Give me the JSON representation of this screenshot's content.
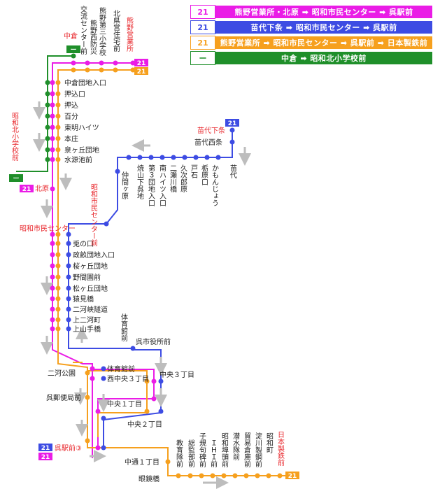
{
  "colors": {
    "magenta": "#ea1ce6",
    "blue": "#3d4ce3",
    "orange": "#f6a01e",
    "green": "#1f8f2a",
    "arrow": "#bdbdbd",
    "red_text": "#e8262b"
  },
  "legend": [
    {
      "num": "21",
      "label": "熊野営業所・北原 ➡ 昭和市民センター ➡ 呉駅前",
      "color": "#ea1ce6"
    },
    {
      "num": "21",
      "label": "苗代下条 ➡ 昭和市民センター ➡ 呉駅前",
      "color": "#3d4ce3"
    },
    {
      "num": "21",
      "label": "熊野営業所 ➡ 昭和市民センター ➡ 呉駅前 ➡ 日本製鉄前",
      "color": "#f6a01e"
    },
    {
      "num": "ー",
      "label": "中倉 ➡ 昭和北小学校前",
      "color": "#1f8f2a"
    }
  ],
  "top_stops": [
    "北県営住宅前",
    "熊野第三小学校",
    "熊野西防災",
    "交流センター前"
  ],
  "top_terminal": "熊野営業所",
  "nakakura": "中倉",
  "route_badges": {
    "r21": "21",
    "green": "ー"
  },
  "trunk_stops": [
    "中倉団地入口",
    "押込口",
    "押込",
    "百分",
    "東明ハイツ",
    "本庄",
    "泉ヶ丘団地",
    "水源池前"
  ],
  "showa_kita": "昭和北小学校前",
  "kitahara": "北原",
  "mid_stops": [
    "兎の口",
    "政畝団地入口",
    "桜ヶ丘団地",
    "野間園前",
    "松ヶ丘団地",
    "猿見橋",
    "二河峡隧道",
    "上二河町",
    "上山手橋"
  ],
  "showa_center_left": "昭和市民センター",
  "showa_center_mid": "昭和市民センター前",
  "nawashiro_shimojo": "苗代下条",
  "nawashiro_nishijo": "苗代西条",
  "vertical_stops": [
    "苗代",
    "かもんじょう",
    "栃原口",
    "戸石",
    "久次郎原",
    "二瀬川橋",
    "南ハイツ入口",
    "第３団地入口",
    "焼山下呉地",
    "仲間ヶ原"
  ],
  "taiikukan": "体育館前",
  "kure_shiyakusho": "呉市役所前",
  "nikou_koen": "二河公園",
  "taiikukan_iriguchi": "体育館前",
  "nishi_chuo": "西中央３丁目",
  "chuo3": "中央３丁目",
  "kure_yubin": "呉郵便局前",
  "chuo1": "中央１丁目",
  "chuo2": "中央２丁目",
  "kure_station": "呉駅前③",
  "chuo_dori": "中通１丁目",
  "bottom_stops": [
    "教育隊前",
    "総監部前",
    "子規句碑前",
    "ＩＨＩ前",
    "昭和埠頭前",
    "潜水隊前",
    "貿易倉庫前",
    "淀川製鋼前",
    "昭和町"
  ],
  "nittetsu": "日本製鉄前",
  "meganebashi": "眼鏡橋"
}
